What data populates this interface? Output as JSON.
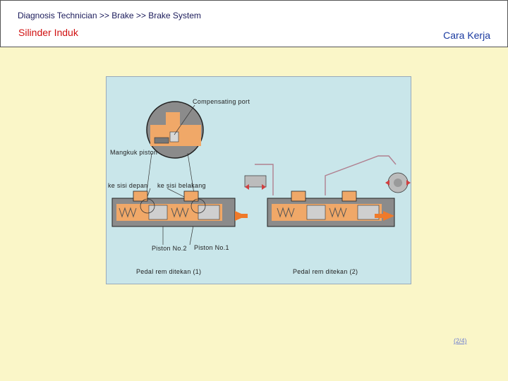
{
  "header": {
    "breadcrumb": "Diagnosis Technician >> Brake >> Brake System",
    "page_title": "Silinder Induk",
    "section_title": "Cara Kerja"
  },
  "figure": {
    "labels": {
      "compensating_port": "Compensating port",
      "mangkuk_piston": "Mangkuk piston",
      "ke_sisi_depan": "ke sisi depan",
      "ke_sisi_belakang": "ke sisi belakang",
      "piston_no2": "Piston No.2",
      "piston_no1": "Piston No.1",
      "caption_1": "Pedal rem ditekan (1)",
      "caption_2": "Pedal rem ditekan (2)"
    }
  },
  "pagination": {
    "label": "(2/4)"
  },
  "colors": {
    "background": "#faf6c8",
    "figure_bg": "#c9e6ea",
    "title_red": "#d01010",
    "link_blue": "#6f7fd0",
    "brake_fluid": "#f0a868",
    "arrow_orange": "#ef7a2a"
  }
}
